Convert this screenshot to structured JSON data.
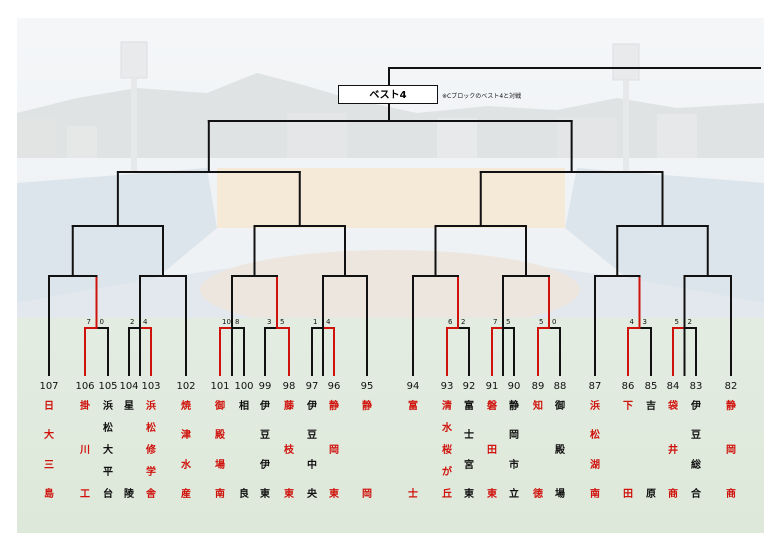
{
  "best4_label": "ベスト4",
  "note": "※Cブロックのベスト4と対戦",
  "colors": {
    "win": "#d0120c",
    "line": "#111111",
    "red_name": "#d0120c",
    "black_name": "#111111"
  },
  "teams": [
    {
      "num": "107",
      "name": [
        "日",
        "大",
        "三",
        "島"
      ],
      "color": "red"
    },
    {
      "num": "106",
      "name": [
        "掛",
        "川",
        "工"
      ],
      "color": "red"
    },
    {
      "num": "105",
      "name": [
        "浜",
        "松",
        "大",
        "平",
        "台"
      ],
      "color": "black"
    },
    {
      "num": "104",
      "name": [
        "星",
        "陵"
      ],
      "color": "black"
    },
    {
      "num": "103",
      "name": [
        "浜",
        "松",
        "修",
        "学",
        "舎"
      ],
      "color": "red"
    },
    {
      "num": "102",
      "name": [
        "焼",
        "津",
        "水",
        "産"
      ],
      "color": "red"
    },
    {
      "num": "101",
      "name": [
        "御",
        "殿",
        "場",
        "南"
      ],
      "color": "red"
    },
    {
      "num": "100",
      "name": [
        "相",
        "良"
      ],
      "color": "black"
    },
    {
      "num": "99",
      "name": [
        "伊",
        "豆",
        "伊",
        "東"
      ],
      "color": "black"
    },
    {
      "num": "98",
      "name": [
        "藤",
        "枝",
        "東"
      ],
      "color": "red"
    },
    {
      "num": "97",
      "name": [
        "伊",
        "豆",
        "中",
        "央"
      ],
      "color": "black"
    },
    {
      "num": "96",
      "name": [
        "静",
        "岡",
        "東"
      ],
      "color": "red"
    },
    {
      "num": "95",
      "name": [
        "静",
        "岡"
      ],
      "color": "red"
    },
    {
      "num": "94",
      "name": [
        "富",
        "士"
      ],
      "color": "red"
    },
    {
      "num": "93",
      "name": [
        "清",
        "水",
        "桜",
        "が",
        "丘"
      ],
      "color": "red"
    },
    {
      "num": "92",
      "name": [
        "富",
        "士",
        "宮",
        "東"
      ],
      "color": "black"
    },
    {
      "num": "91",
      "name": [
        "磐",
        "田",
        "東"
      ],
      "color": "red"
    },
    {
      "num": "90",
      "name": [
        "静",
        "岡",
        "市",
        "立"
      ],
      "color": "black"
    },
    {
      "num": "89",
      "name": [
        "知",
        "徳"
      ],
      "color": "red"
    },
    {
      "num": "88",
      "name": [
        "御",
        "殿",
        "場"
      ],
      "color": "black"
    },
    {
      "num": "87",
      "name": [
        "浜",
        "松",
        "湖",
        "南"
      ],
      "color": "red"
    },
    {
      "num": "86",
      "name": [
        "下",
        "田"
      ],
      "color": "red"
    },
    {
      "num": "85",
      "name": [
        "吉",
        "原"
      ],
      "color": "black"
    },
    {
      "num": "84",
      "name": [
        "袋",
        "井",
        "商"
      ],
      "color": "red"
    },
    {
      "num": "83",
      "name": [
        "伊",
        "豆",
        "総",
        "合"
      ],
      "color": "black"
    },
    {
      "num": "82",
      "name": [
        "静",
        "岡",
        "商"
      ],
      "color": "red"
    }
  ],
  "scores": [
    {
      "match": "106-105",
      "left": "7",
      "right": "0"
    },
    {
      "match": "104-103",
      "left": "2",
      "right": "4"
    },
    {
      "match": "101-100",
      "left": "10",
      "right": "8"
    },
    {
      "match": "99-98",
      "left": "3",
      "right": "5"
    },
    {
      "match": "97-96",
      "left": "1",
      "right": "4"
    },
    {
      "match": "93-92",
      "left": "6",
      "right": "2"
    },
    {
      "match": "91-90",
      "left": "7",
      "right": "5"
    },
    {
      "match": "89-88",
      "left": "5",
      "right": "0"
    },
    {
      "match": "86-85",
      "left": "4",
      "right": "3"
    },
    {
      "match": "84-83",
      "left": "5",
      "right": "2"
    }
  ]
}
